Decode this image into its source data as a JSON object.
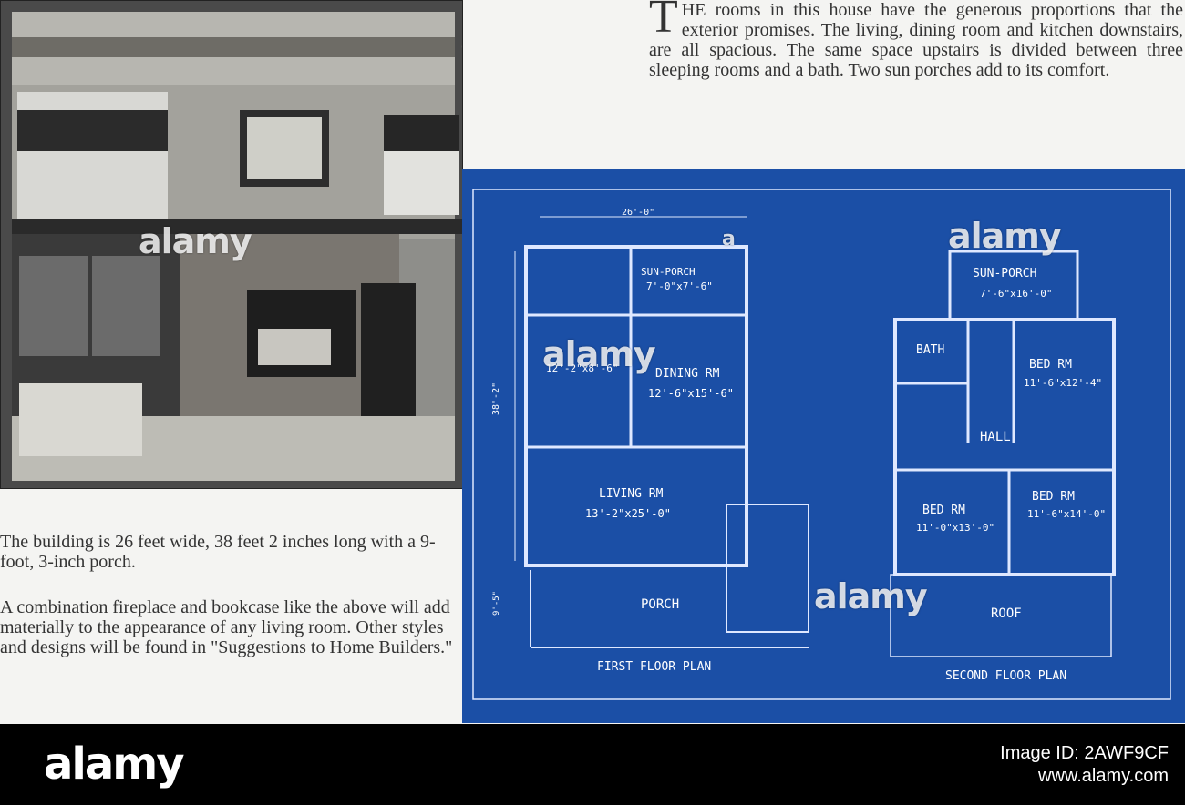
{
  "intro": {
    "dropcap": "T",
    "text": "HE rooms in this house have the generous proportions that the exterior promises. The living, dining room and kitchen downstairs, are all spacious. The same space upstairs is divided between three sleeping rooms and a bath. Two sun porches add to its comfort."
  },
  "captions": {
    "dimensions": "The building is 26 feet wide, 38 feet 2 inches long with a 9-foot, 3-inch porch.",
    "fireplace": "A combination fireplace and bookcase like the above will add materially to the appearance of any living room. Other styles and designs will be found in \"Suggestions to Home Builders.\""
  },
  "first_floor": {
    "width_dim": "26'-0\"",
    "depth_dim": "38'-2\"",
    "porch_dim": "9'-5\"",
    "sun_porch": "SUN-PORCH",
    "sun_porch_size": "7'-0\"x7'-6\"",
    "kitchen_size": "12'-2\"x8'-6\"",
    "dining": "DINING RM",
    "dining_size": "12'-6\"x15'-6\"",
    "living": "LIVING RM",
    "living_size": "13'-2\"x25'-0\"",
    "porch": "PORCH",
    "plan_title": "FIRST FLOOR PLAN"
  },
  "second_floor": {
    "sun_porch": "SUN-PORCH",
    "sun_porch_size": "7'-6\"x16'-0\"",
    "bath": "BATH",
    "bed1": "BED RM",
    "bed1_size": "11'-6\"x12'-4\"",
    "hall": "HALL",
    "bed2": "BED RM",
    "bed2_size": "11'-0\"x13'-0\"",
    "bed3": "BED RM",
    "bed3_size": "11'-6\"x14'-0\"",
    "roof": "ROOF",
    "plan_title": "SECOND FLOOR PLAN"
  },
  "watermark": {
    "text": "alamy",
    "mark": "a"
  },
  "stock": {
    "logo": "alamy",
    "image_id_label": "Image ID: 2AWF9CF",
    "site": "www.alamy.com"
  },
  "colors": {
    "blueprint": "#1b4fa6",
    "paper": "#f4f4f2",
    "bar": "#000000"
  }
}
